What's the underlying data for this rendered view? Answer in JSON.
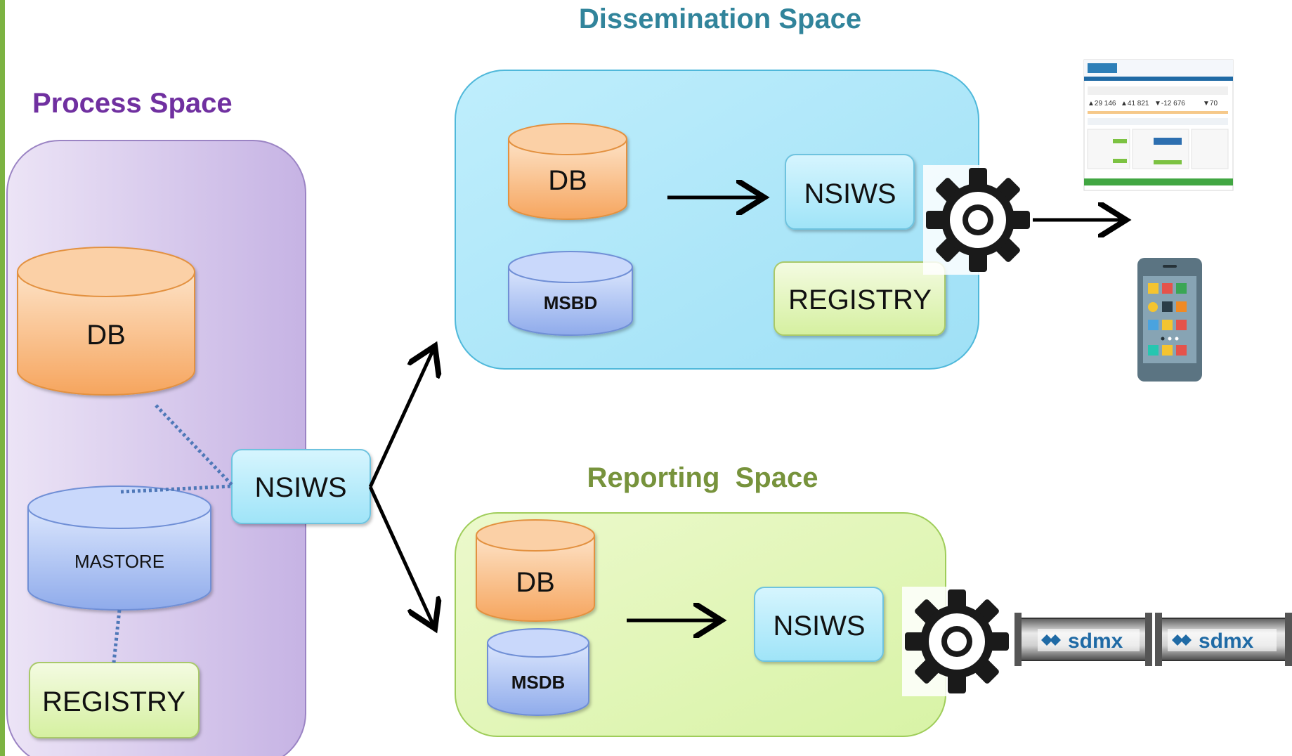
{
  "header": {
    "partial_title": "devices"
  },
  "process_space": {
    "title": "Process Space",
    "db_label": "DB",
    "mastore_label": "MASTORE",
    "registry_label": "REGISTRY",
    "nsiws_label": "NSIWS"
  },
  "dissemination_space": {
    "title": "Dissemination Space",
    "db_label": "DB",
    "msbd_label": "MSBD",
    "nsiws_label": "NSIWS",
    "registry_label": "REGISTRY"
  },
  "reporting_space": {
    "title": "Reporting  Space",
    "db_label": "DB",
    "msdb_label": "MSDB",
    "nsiws_label": "NSIWS"
  },
  "outputs": {
    "website_stats": [
      "▲29 146",
      "▲41 821",
      "▼-12 676",
      "▼70"
    ],
    "sdmx_labels": [
      "sdmx",
      "sdmx"
    ]
  },
  "icons": [
    "gear-icon",
    "website-screenshot",
    "smartphone-icon",
    "sdmx-pipe-icon"
  ],
  "colors": {
    "process_title": "#7030a0",
    "dissemination_title": "#31849b",
    "reporting_title": "#77933c",
    "db_orange": "#f7a764",
    "cylinder_blue": "#9fb8f0",
    "nsiws_blue": "#b7ecfb",
    "registry_green": "#e6f7c2"
  }
}
